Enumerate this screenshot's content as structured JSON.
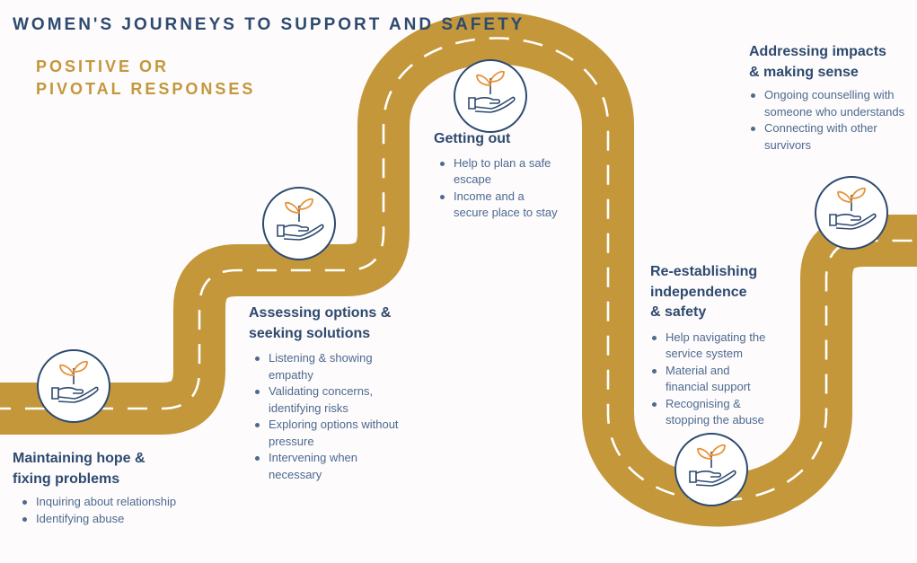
{
  "title": "WOMEN'S JOURNEYS TO SUPPORT AND SAFETY",
  "subtitle": [
    "POSITIVE OR",
    "PIVOTAL RESPONSES"
  ],
  "colors": {
    "road": "#c4973b",
    "road_dash": "#ffffff",
    "heading": "#2e4a6f",
    "text": "#4d6a8f",
    "accent_orange": "#e8923a",
    "icon_outline": "#2e4a6f"
  },
  "milestone_icon": "hand-holding-plant-icon",
  "stages": [
    {
      "heading": [
        "Maintaining hope &",
        "fixing problems"
      ],
      "bullets": [
        [
          "Inquiring about relationship"
        ],
        [
          "Identifying abuse"
        ]
      ]
    },
    {
      "heading": [
        "Assessing options &",
        "seeking solutions"
      ],
      "bullets": [
        [
          "Listening & showing",
          "empathy"
        ],
        [
          "Validating concerns,",
          "identifying risks"
        ],
        [
          "Exploring options without",
          "pressure"
        ],
        [
          "Intervening when",
          "necessary"
        ]
      ]
    },
    {
      "heading": [
        "Getting out"
      ],
      "bullets": [
        [
          "Help to plan a safe",
          "escape"
        ],
        [
          "Income and a",
          "secure place to stay"
        ]
      ]
    },
    {
      "heading": [
        "Re-establishing",
        "independence",
        "& safety"
      ],
      "bullets": [
        [
          "Help navigating the",
          "service system"
        ],
        [
          "Material and",
          "financial support"
        ],
        [
          "Recognising &",
          "stopping the abuse"
        ]
      ]
    },
    {
      "heading": [
        "Addressing impacts",
        "& making sense"
      ],
      "bullets": [
        [
          "Ongoing counselling with",
          "someone who understands"
        ],
        [
          "Connecting with other",
          "survivors"
        ]
      ]
    }
  ]
}
